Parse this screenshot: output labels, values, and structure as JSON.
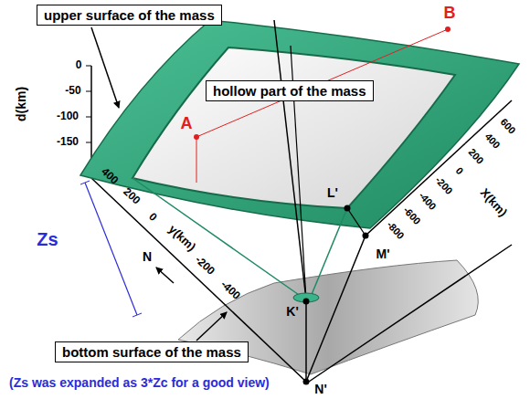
{
  "diagram": {
    "caption": "(Zs was expanded as 3*Zc for a good view)",
    "nodes": [
      {
        "text": [
          "upper surface of the mass"
        ]
      },
      {
        "text": [
          "hollow part of the mass"
        ]
      },
      {
        "text": [
          "bottom surface of the mass"
        ]
      }
    ],
    "labels": [
      "A",
      "B",
      "L'",
      "M'",
      "K'",
      "N'",
      "d(km)",
      "0",
      "-50",
      "-100",
      "-150",
      "Zs",
      "N",
      "y(km)",
      "400",
      "200",
      "0",
      "-200",
      "-400",
      "X(km)",
      "600",
      "400",
      "200",
      "0",
      "-200",
      "-400",
      "-600",
      "-800"
    ]
  }
}
